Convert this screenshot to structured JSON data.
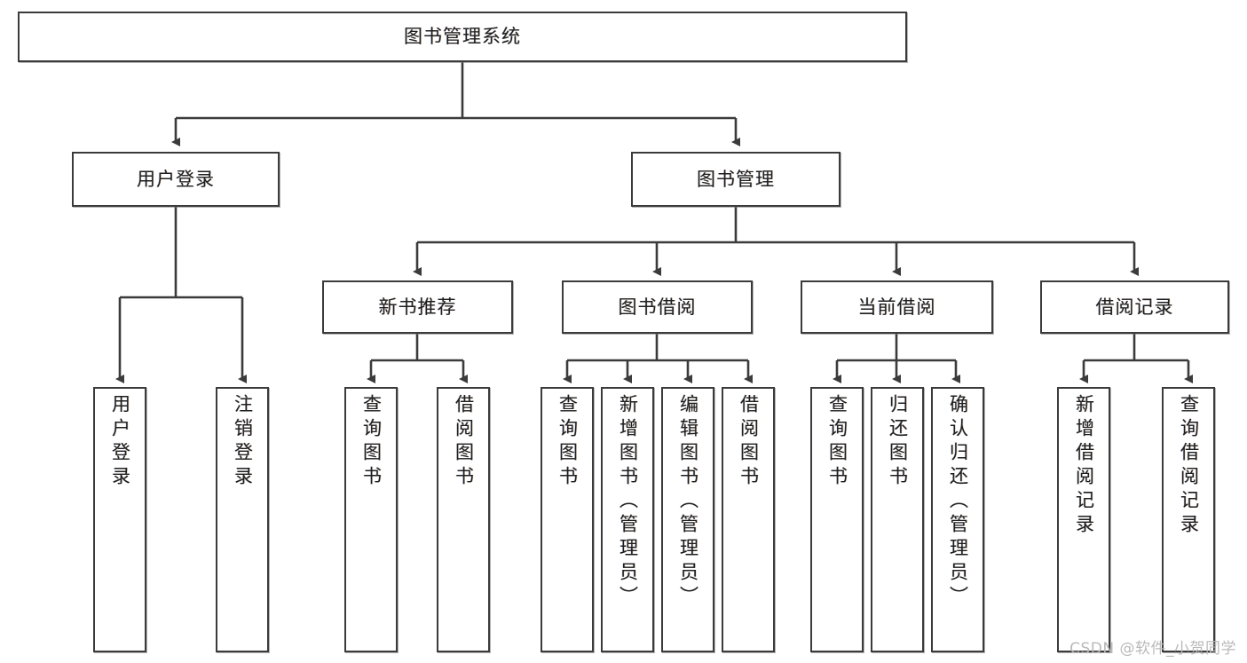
{
  "diagram": {
    "title": "图书管理系统",
    "watermark": "CSDN @软件_小贺同学",
    "accent_border": "#3b3b3b",
    "background": "#ffffff",
    "root": {
      "label": "图书管理系统"
    },
    "level2": [
      {
        "label": "用户登录"
      },
      {
        "label": "图书管理"
      }
    ],
    "level3": [
      {
        "label": "新书推荐"
      },
      {
        "label": "图书借阅"
      },
      {
        "label": "当前借阅"
      },
      {
        "label": "借阅记录"
      }
    ],
    "leaves": {
      "user_login": [
        {
          "label": "用户登录"
        },
        {
          "label": "注销登录"
        }
      ],
      "new_book": [
        {
          "label": "查询图书"
        },
        {
          "label": "借阅图书"
        }
      ],
      "book_borrow": [
        {
          "label": "查询图书"
        },
        {
          "label": "新增图书（管理员）"
        },
        {
          "label": "编辑图书（管理员）"
        },
        {
          "label": "借阅图书"
        }
      ],
      "current_borrow": [
        {
          "label": "查询图书"
        },
        {
          "label": "归还图书"
        },
        {
          "label": "确认归还（管理员）"
        }
      ],
      "borrow_record": [
        {
          "label": "新增借阅记录"
        },
        {
          "label": "查询借阅记录"
        }
      ]
    }
  }
}
